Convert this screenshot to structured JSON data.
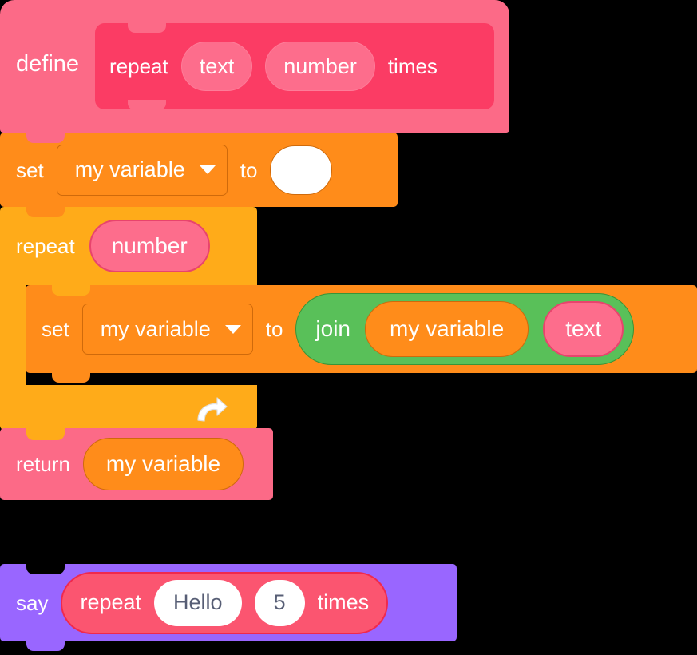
{
  "workspace": {
    "title": "Scratch custom block definition workspace",
    "colors": {
      "custom_block_pink": "#FC6A87",
      "prototype_pink": "#FB3C64",
      "parameter_pink": "#FD6D8C",
      "variables_orange": "#FF8C1A",
      "control_amber": "#FFAB19",
      "operators_green": "#59C059",
      "looks_purple": "#9966FF",
      "input_text": "#575E75",
      "background": "#000000"
    }
  },
  "script_definition": {
    "hat": {
      "keyword": "define",
      "prototype": {
        "label_start": "repeat",
        "label_end": "times",
        "parameters": [
          {
            "name": "text",
            "type": "string"
          },
          {
            "name": "number",
            "type": "number"
          }
        ]
      }
    },
    "blocks": [
      {
        "id": "set-initial",
        "opcode": "data_setvariableto",
        "label_prefix": "set",
        "variable": "my variable",
        "label_mid": "to",
        "value": "",
        "dropdown_icon": "chevron-down-icon"
      },
      {
        "id": "repeat-loop",
        "opcode": "control_repeat",
        "label": "repeat",
        "times_argument": "number",
        "loop_icon": "loop-arrow-icon",
        "body": [
          {
            "id": "set-join",
            "opcode": "data_setvariableto",
            "label_prefix": "set",
            "variable": "my variable",
            "label_mid": "to",
            "dropdown_icon": "chevron-down-icon",
            "value_block": {
              "opcode": "operator_join",
              "label": "join",
              "operands": [
                {
                  "name": "my variable",
                  "kind": "variable"
                },
                {
                  "name": "text",
                  "kind": "parameter"
                }
              ]
            }
          }
        ]
      },
      {
        "id": "return-value",
        "opcode": "procedures_return",
        "label": "return",
        "value": "my variable"
      }
    ]
  },
  "script_call": {
    "say_block": {
      "label": "say",
      "call": {
        "label_start": "repeat",
        "label_end": "times",
        "inputs": [
          {
            "name": "text",
            "value": "Hello"
          },
          {
            "name": "number",
            "value": "5"
          }
        ]
      }
    }
  }
}
